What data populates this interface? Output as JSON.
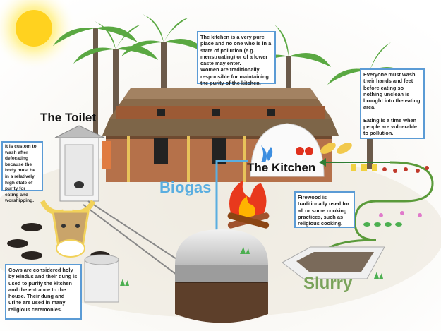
{
  "labels": {
    "toilet": "The Toilet",
    "kitchen": "The Kitchen",
    "biogas": "Biogas",
    "slurry": "Slurry"
  },
  "notes": {
    "kitchen_purity": "The kitchen is a very pure place and no one who is in a state of pollution (e.g. menstruating) or of a lower caste may enter.",
    "kitchen_women": "Women are traditionally responsible for maintaining the purity of the kitchen.",
    "washing": "Everyone must wash their hands and feet before eating so nothing unclean is brought into the eating area.",
    "eating": "Eating is a time when people are vulnerable to pollution.",
    "toilet": "It is custom to wash after defecating because the body must be in a relatively high state of purity for eating and worshipping.",
    "firewood": "Firewood is traditionally used for all or some cooking practices, such as religious cooking.",
    "cows": "Cows are considered holy by Hindus and their dung is used to purify the kitchen and the entrance to the house. Their dung and urine are used in many religious ceremonies."
  },
  "colors": {
    "biogas": "#5aaee0",
    "slurry": "#7aa35a",
    "box_border": "#5b9bd5"
  }
}
